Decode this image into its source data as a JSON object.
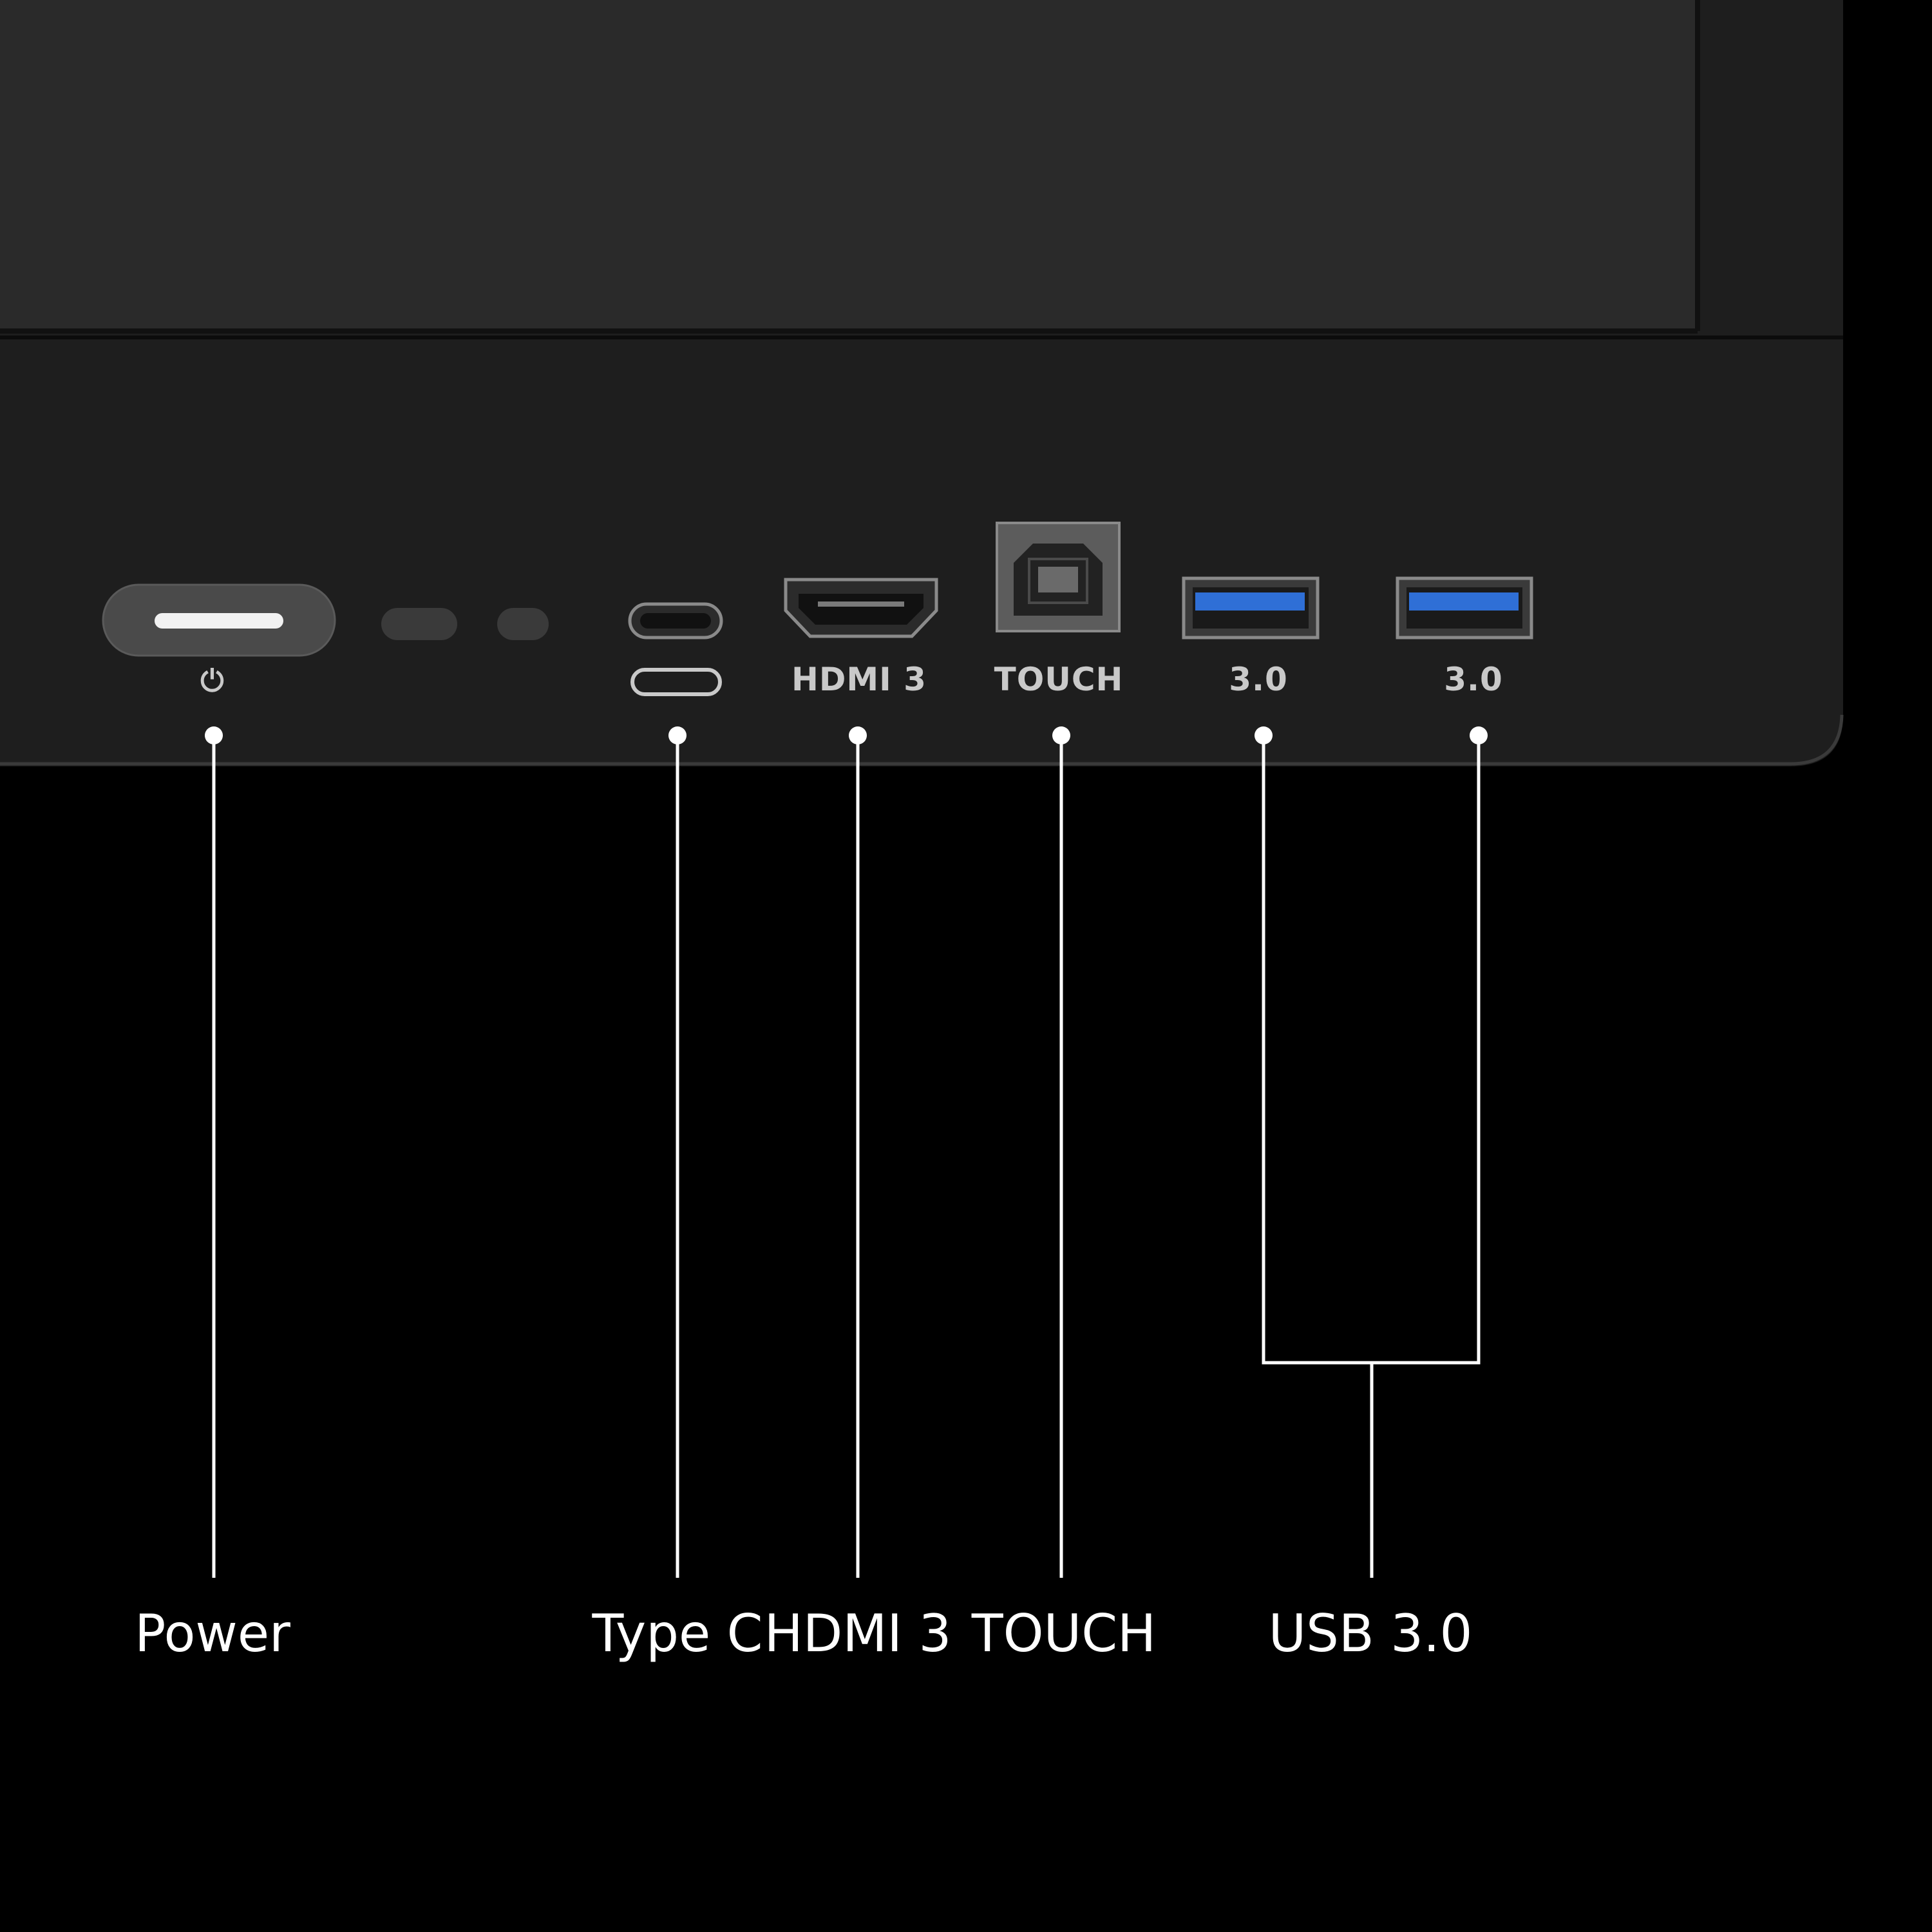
{
  "device": {
    "power_symbol": "⏻",
    "port_labels": {
      "hdmi": "HDMI 3",
      "touch": "TOUCH",
      "usb_a": "3.0",
      "usb_b": "3.0"
    }
  },
  "callouts": {
    "power": "Power",
    "type_c": "Type C",
    "hdmi": "HDMI 3",
    "touch": "TOUCH",
    "usb": "USB 3.0"
  },
  "colors": {
    "background": "#000000",
    "bezel": "#1e1e1e",
    "screen": "#2a2a2a",
    "usb_blue": "#2f6fd6",
    "leader_line": "#ffffff"
  }
}
